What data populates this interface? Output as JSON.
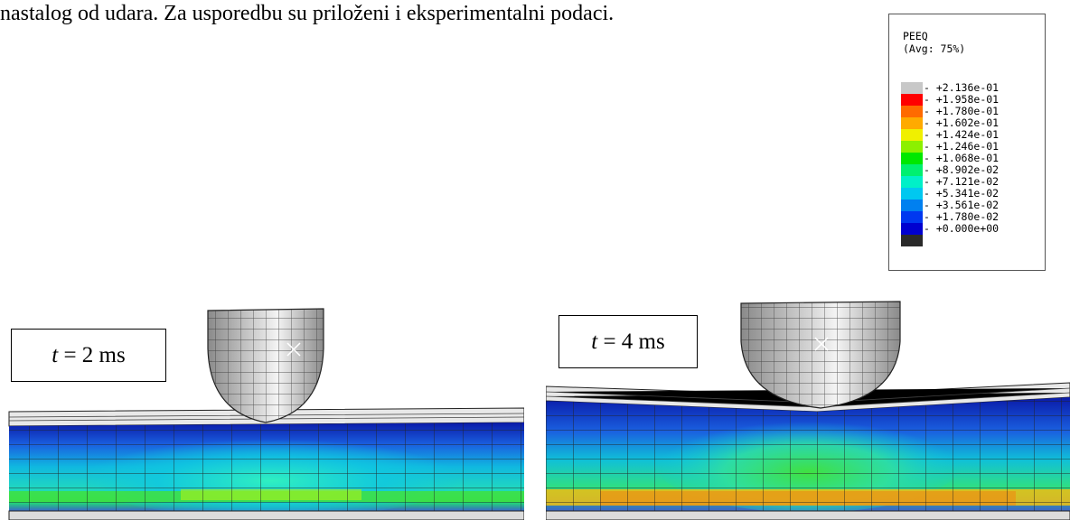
{
  "caption": "nastalog od udara. Za usporedbu su priloženi i eksperimentalni podaci.",
  "legend": {
    "title_line1": "PEEQ",
    "title_line2": "(Avg: 75%)",
    "labels": [
      "+2.136e-01",
      "+1.958e-01",
      "+1.780e-01",
      "+1.602e-01",
      "+1.424e-01",
      "+1.246e-01",
      "+1.068e-01",
      "+8.902e-02",
      "+7.121e-02",
      "+5.341e-02",
      "+3.561e-02",
      "+1.780e-02",
      "+0.000e+00"
    ],
    "colors": [
      "#c8c8c8",
      "#ff0000",
      "#ff6a00",
      "#ffaa00",
      "#f0f000",
      "#8cf000",
      "#00e800",
      "#00f070",
      "#00f0c8",
      "#00c8f0",
      "#0080f0",
      "#0038f0",
      "#0000d0",
      "#2a2a2a"
    ]
  },
  "panels": [
    {
      "time_var": "t",
      "time_rest": " = 2 ms"
    },
    {
      "time_var": "t",
      "time_rest": " = 4 ms"
    }
  ]
}
